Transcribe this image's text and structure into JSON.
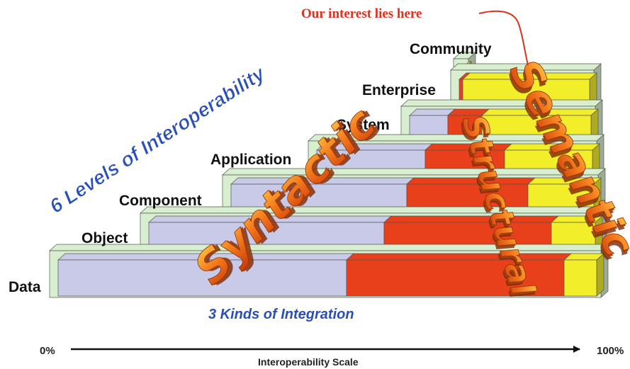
{
  "title": "6 Levels of Interoperability",
  "subtitle": "3 Kinds of Integration",
  "callout": "Our interest lies here",
  "levels": [
    "Data",
    "Object",
    "Component",
    "Application",
    "System",
    "Enterprise",
    "Community"
  ],
  "kinds": [
    "Syntactic",
    "Structural",
    "Semantic"
  ],
  "scale": {
    "start_label": "0%",
    "end_label": "100%",
    "title": "Interoperability Scale"
  },
  "colors": {
    "syntactic_bar": "#c8cae8",
    "structural_bar": "#e8401a",
    "semantic_bar": "#f2ee2a",
    "base_slab": "#d8efcf",
    "title_blue": "#2a50b8",
    "callout_red": "#e0301e",
    "kind_word_orange": "#ef6a18"
  }
}
